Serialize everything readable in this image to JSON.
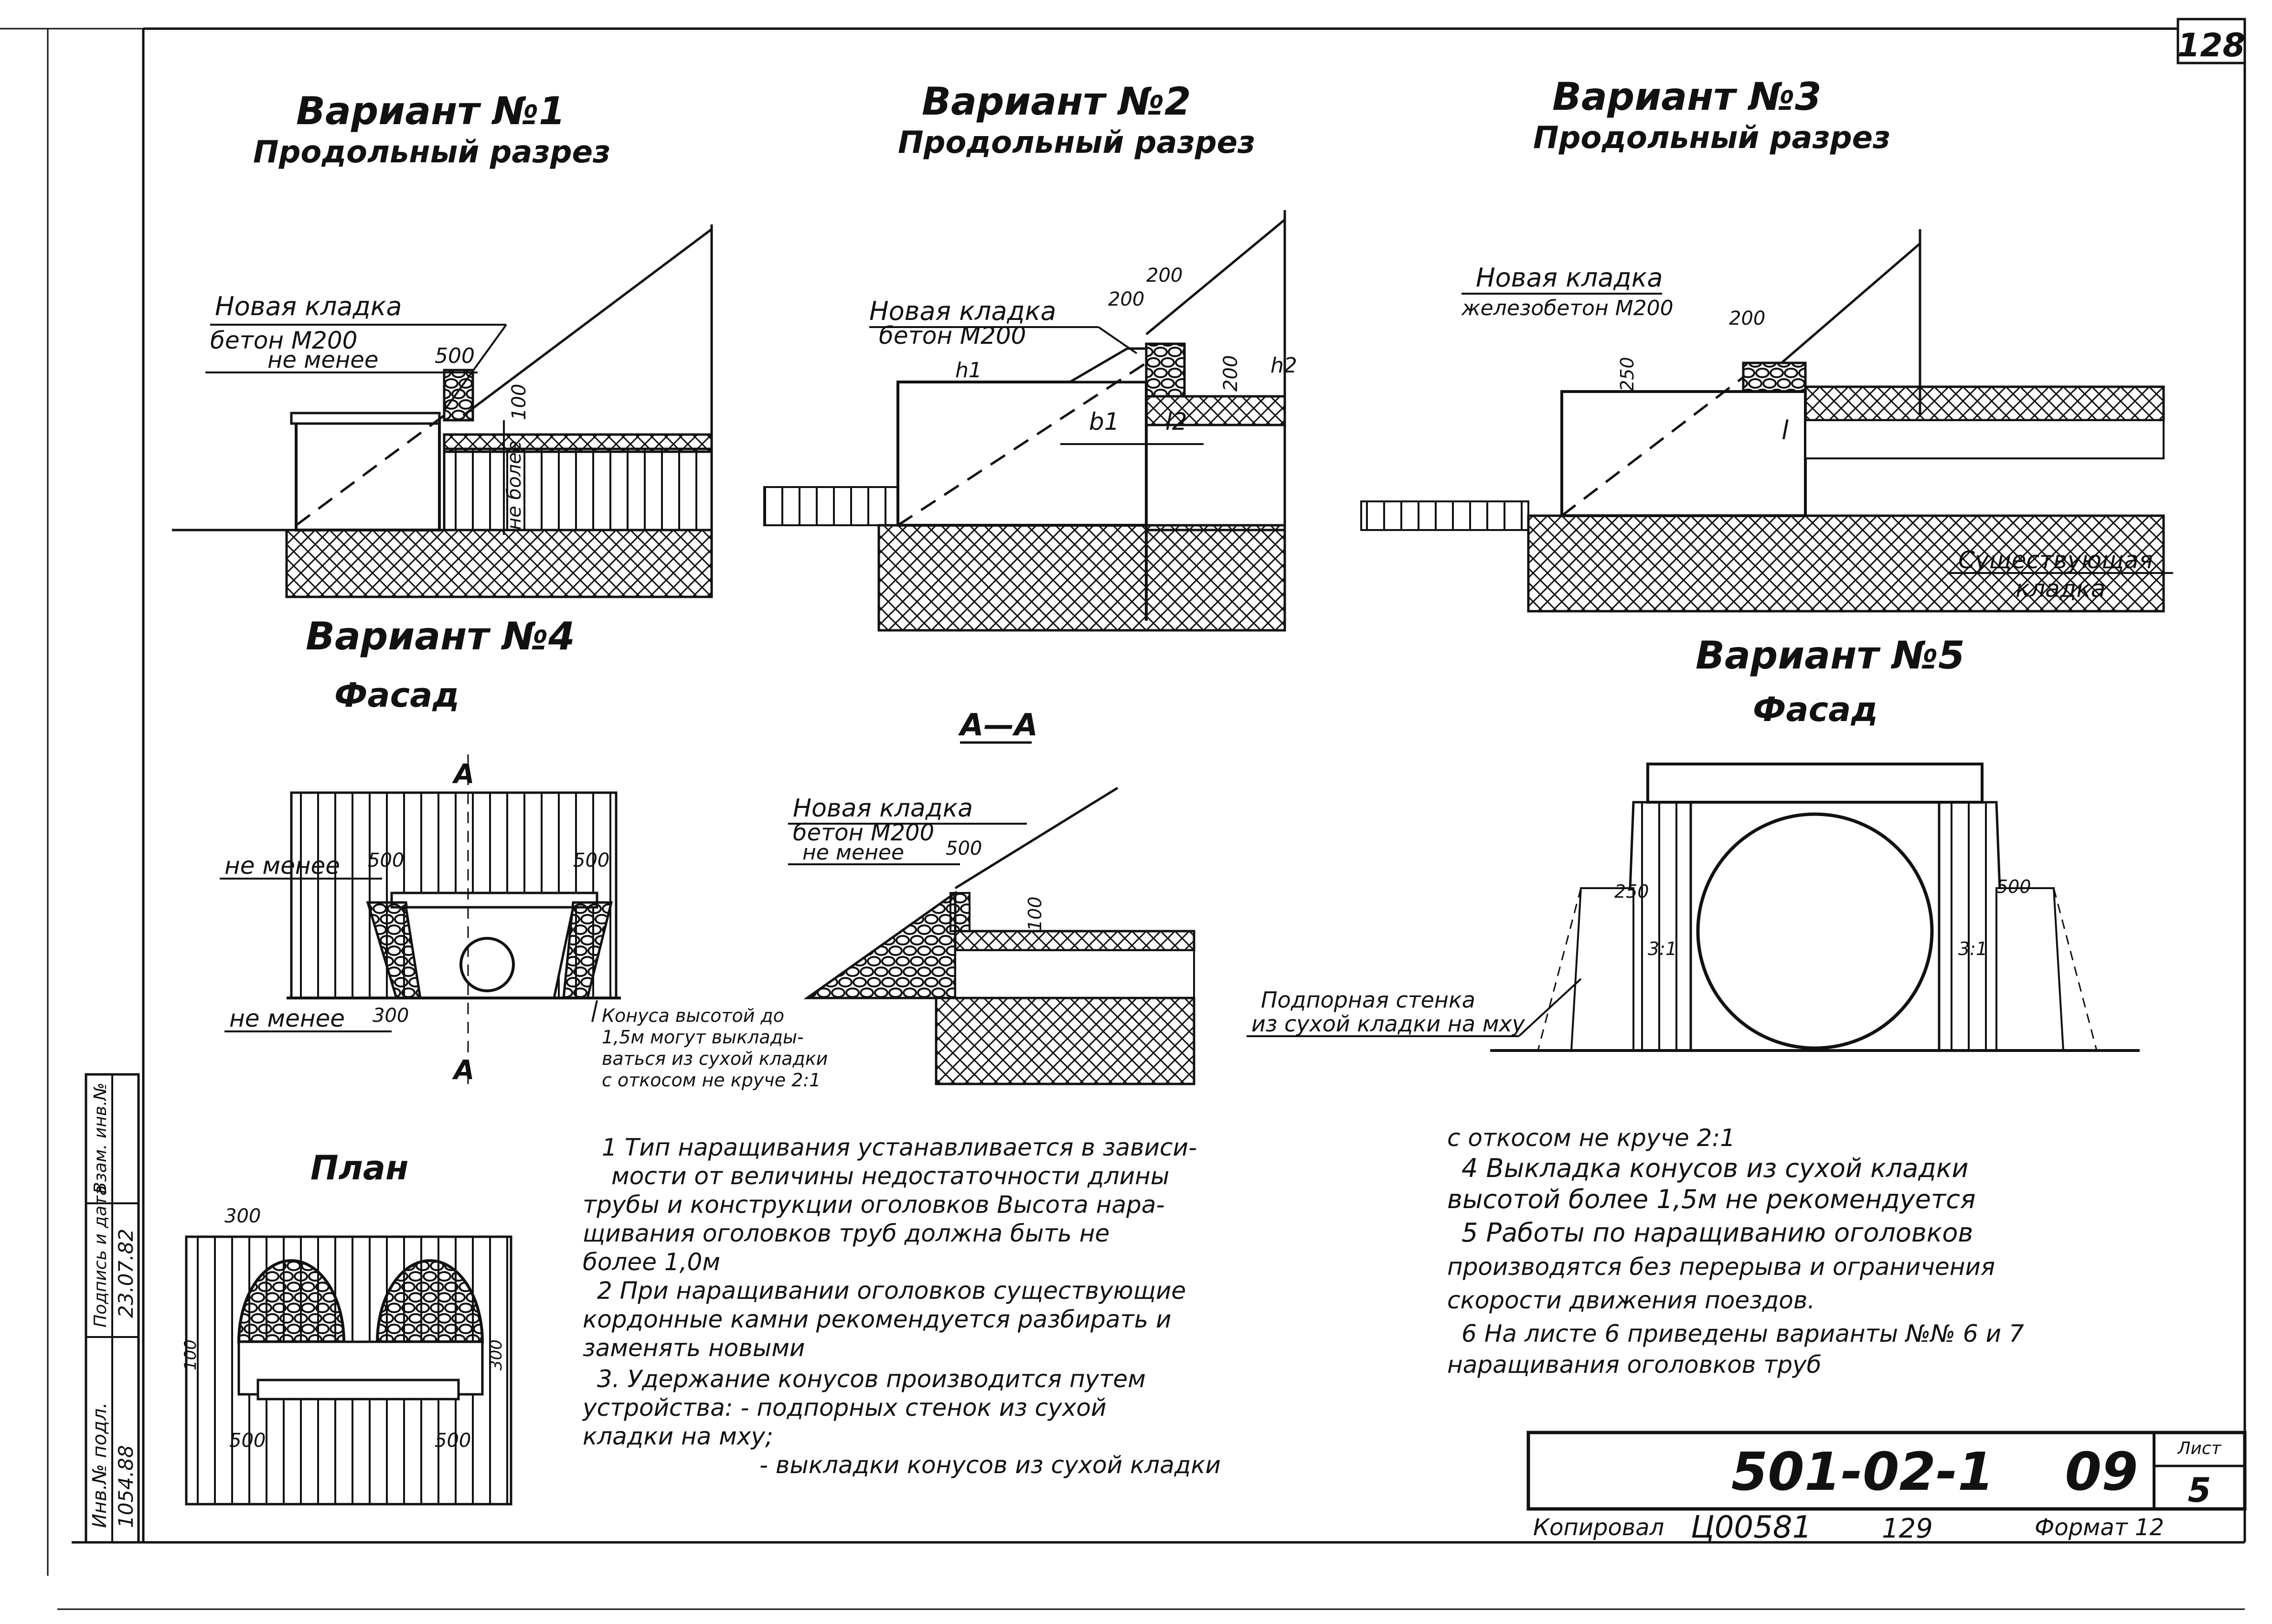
{
  "sheet_number": "128",
  "variant1": {
    "title": "Вариант №1",
    "subtitle": "Продольный разрез",
    "new_masonry": "Новая кладка",
    "material": "бетон М200",
    "not_less": "не менее",
    "dim_500": "500",
    "dim_100": "100",
    "vertical_not_less": "не более"
  },
  "variant2": {
    "title": "Вариант №2",
    "subtitle": "Продольный разрез",
    "new_masonry": "Новая кладка",
    "material": "бетон М200",
    "dim_200a": "200",
    "dim_200b": "200",
    "dim_200c": "200",
    "h1": "h1",
    "h2": "h2",
    "b1": "b1",
    "l2": "l2"
  },
  "variant3": {
    "title": "Вариант №3",
    "subtitle": "Продольный разрез",
    "new_masonry": "Новая кладка",
    "material": "железобетон М200",
    "dim_200": "200",
    "dim_250": "250",
    "dim_l": "l",
    "existing": "Существующая",
    "existing2": "кладка"
  },
  "variant4": {
    "title": "Вариант №4",
    "facade": "Фасад",
    "marker_a": "A",
    "not_less_top": "не менее",
    "not_less_bottom": "не менее",
    "dim_500a": "500",
    "dim_500b": "500",
    "dim_300": "300",
    "note_l1": "Конуса высотой до",
    "note_l2": "1,5м могут выклады-",
    "note_l3": "ваться из сухой кладки",
    "note_l4": "с откосом не круче 2:1"
  },
  "section_aa": {
    "title": "А—А",
    "new_masonry": "Новая кладка",
    "material": "бетон М200",
    "not_less": "не менее",
    "dim_500": "500",
    "dim_100": "100"
  },
  "variant5": {
    "title": "Вариант №5",
    "facade": "Фасад",
    "dim_250": "250",
    "dim_500": "500",
    "slope_l": "3:1",
    "slope_r": "3:1",
    "retaining1": "Подпорная стенка",
    "retaining2": "из сухой кладки на мху"
  },
  "plan": {
    "title": "План",
    "dim_300": "300",
    "dim_500a": "500",
    "dim_500b": "500",
    "dim_100": "100",
    "dim_300r": "300"
  },
  "notes": {
    "left": [
      "1 Тип наращивания устанавливается в зависи-",
      "мости от величины недостаточности длины",
      "трубы и конструкции оголовков Высота нара-",
      "щивания оголовков труб должна быть не",
      "более 1,0м",
      "2 При наращивании оголовков существующие",
      "кордонные камни рекомендуется разбирать и",
      "заменять новыми",
      "3. Удержание конусов производится путем",
      "устройства: - подпорных стенок из сухой",
      "кладки на мху;",
      "- выкладки конусов из сухой кладки"
    ],
    "right": [
      "с откосом не круче 2:1",
      "4 Выкладка конусов из сухой кладки",
      "высотой более 1,5м не рекомендуется",
      "5 Работы по наращиванию оголовков",
      "производятся без перерыва и ограничения",
      "скорости движения поездов.",
      "6 На листе 6 приведены варианты №№ 6 и 7",
      "наращивания оголовков труб"
    ]
  },
  "title_block": {
    "code": "501-02-1",
    "section": "09",
    "sheet_label": "Лист",
    "sheet": "5",
    "copied_label": "Копировал",
    "copy_id": "Ц00581",
    "copy_num": "129",
    "format": "Формат 12"
  },
  "side_stamp": {
    "inv": "1054.88",
    "date": "23.07.82",
    "field1": "Инв.№ подл.",
    "field2": "Подпись и дата",
    "field3": "Взам. инв.№"
  }
}
